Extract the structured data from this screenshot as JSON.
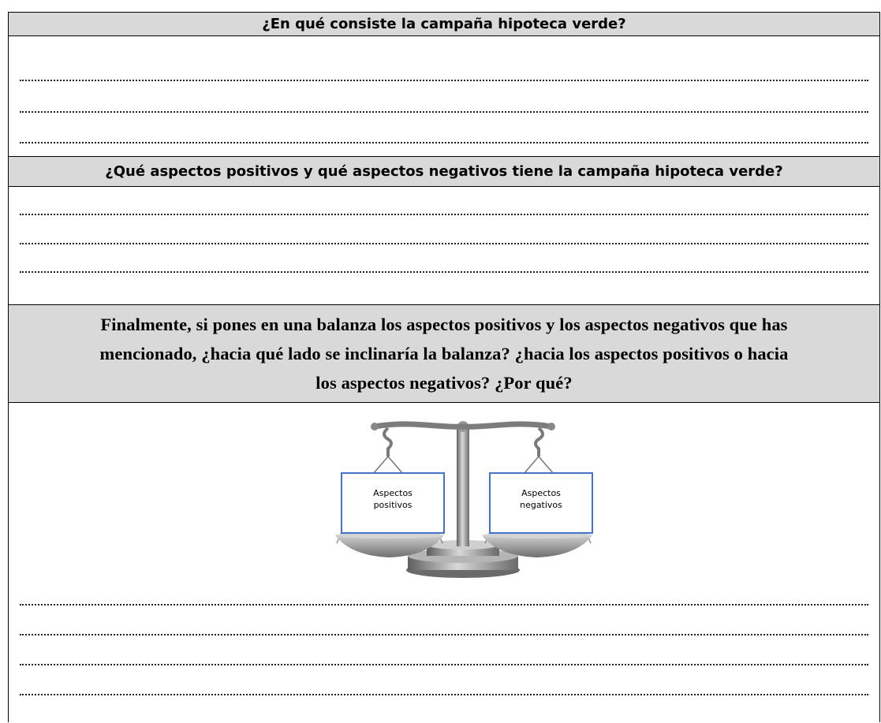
{
  "section1": {
    "question": "¿En qué consiste la campaña hipoteca verde?",
    "answer_lines": 3
  },
  "section2": {
    "question": "¿Qué aspectos positivos y qué aspectos negativos tiene la campaña hipoteca verde?",
    "answer_lines": 3
  },
  "section3": {
    "question_line1": "Finalmente, si pones en una balanza los aspectos positivos y los aspectos negativos que has",
    "question_line2": "mencionado, ¿hacia qué lado se inclinaría la balanza? ¿hacia los aspectos positivos o hacia",
    "question_line3": "los aspectos negativos? ¿Por qué?",
    "answer_lines": 4,
    "scale": {
      "left_box_line1": "Aspectos",
      "left_box_line2": "positivos",
      "right_box_line1": "Aspectos",
      "right_box_line2": "negativos",
      "box_border_color": "#4472c4",
      "metal_color": "#8a8a8a"
    }
  }
}
